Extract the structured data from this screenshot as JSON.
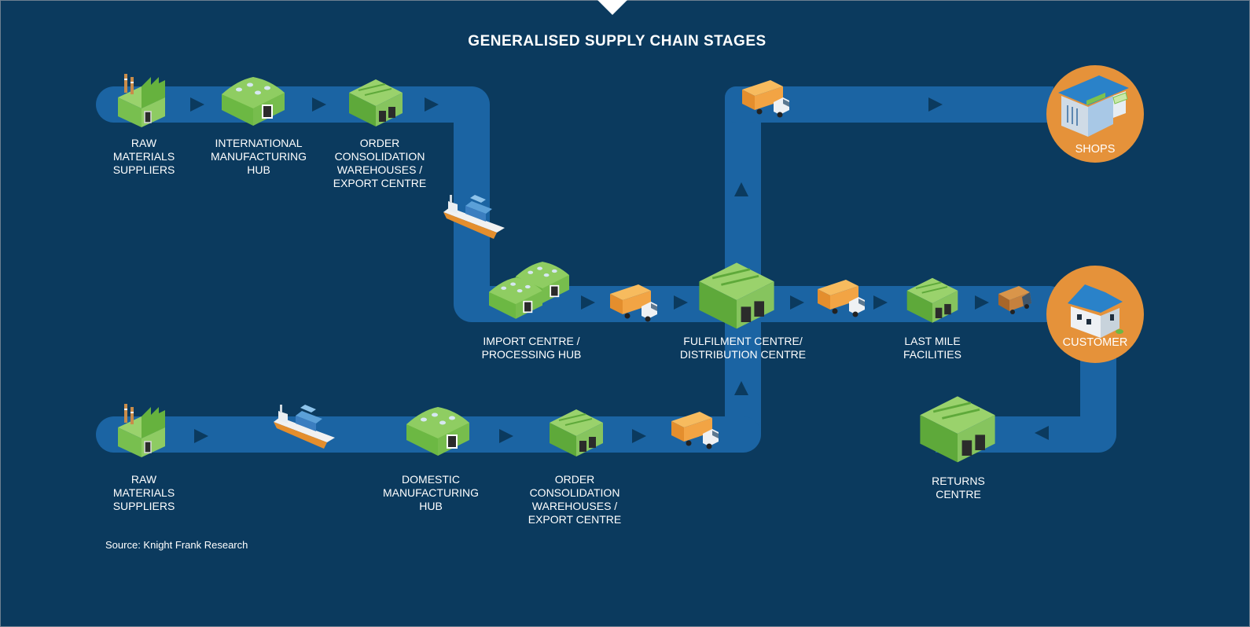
{
  "title": "GENERALISED SUPPLY CHAIN STAGES",
  "source": "Source: Knight Frank Research",
  "colors": {
    "background": "#0b3a5e",
    "route": "#1b64a3",
    "arrow": "#0b3a5e",
    "destination_circle": "#e5923a",
    "building_green": "#7cc24f",
    "truck_orange": "#f2a444"
  },
  "stages": {
    "raw_materials_top": "RAW\nMATERIALS\nSUPPLIERS",
    "international_hub": "INTERNATIONAL\nMANUFACTURING\nHUB",
    "order_consolidation_top": "ORDER\nCONSOLIDATION\nWAREHOUSES /\nEXPORT CENTRE",
    "import_centre": "IMPORT CENTRE /\nPROCESSING HUB",
    "fulfilment_centre": "FULFILMENT CENTRE/\nDISTRIBUTION CENTRE",
    "last_mile": "LAST MILE\nFACILITIES",
    "shops": "SHOPS",
    "customer": "CUSTOMER",
    "raw_materials_bottom": "RAW\nMATERIALS\nSUPPLIERS",
    "domestic_hub": "DOMESTIC\nMANUFACTURING\nHUB",
    "order_consolidation_bottom": "ORDER\nCONSOLIDATION\nWAREHOUSES /\nEXPORT CENTRE",
    "returns_centre": "RETURNS\nCENTRE"
  },
  "icons": [
    "factory-icon",
    "manufacturing-hub-icon",
    "warehouse-icon",
    "cargo-ship-icon",
    "truck-icon",
    "delivery-van-icon",
    "shop-icon",
    "house-icon"
  ]
}
